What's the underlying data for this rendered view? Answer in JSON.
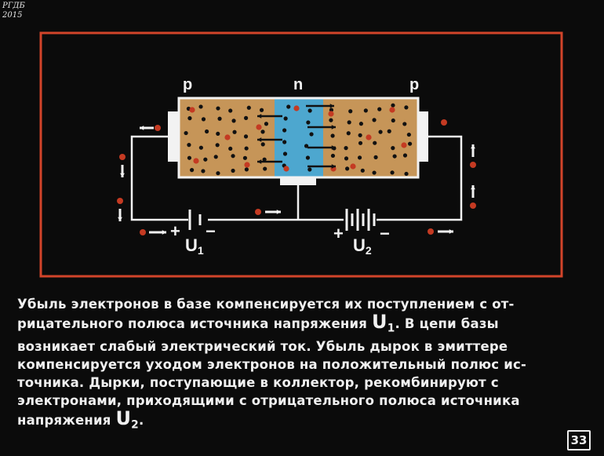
{
  "watermark": {
    "line1": "РГДБ",
    "line2": "2015"
  },
  "diagram": {
    "labels": {
      "p_left": "p",
      "n_mid": "n",
      "p_right": "p"
    },
    "source1": {
      "plus": "+",
      "name": "U",
      "sub": "1",
      "minus": "−"
    },
    "source2": {
      "plus": "+",
      "name": "U",
      "sub": "2",
      "minus": "−"
    },
    "colors": {
      "frame": "#d2442a",
      "p_region": "#c69558",
      "n_region": "#4da7cf",
      "wire": "#f2f2f2",
      "electron": "#111111",
      "hole": "#c43a22"
    }
  },
  "caption": {
    "line1": "Убыль электронов в базе компенсируется их поступлением с от-",
    "line2_a": "рицательного полюса источника напряжения ",
    "line2_u": "U",
    "line2_sub": "1",
    "line2_b": ". В цепи базы",
    "line3": "возникает слабый электрический ток. Убыль дырок в эмиттере",
    "line4": "компенсируется уходом электронов на положительный полюс ис-",
    "line5": "точника. Дырки, поступающие в коллектор, рекомбинируют с",
    "line6": "электронами, приходящими с отрицательного полюса источника",
    "line7_a": "напряжения ",
    "line7_u": "U",
    "line7_sub": "2",
    "line7_b": "."
  },
  "page_number": "33"
}
